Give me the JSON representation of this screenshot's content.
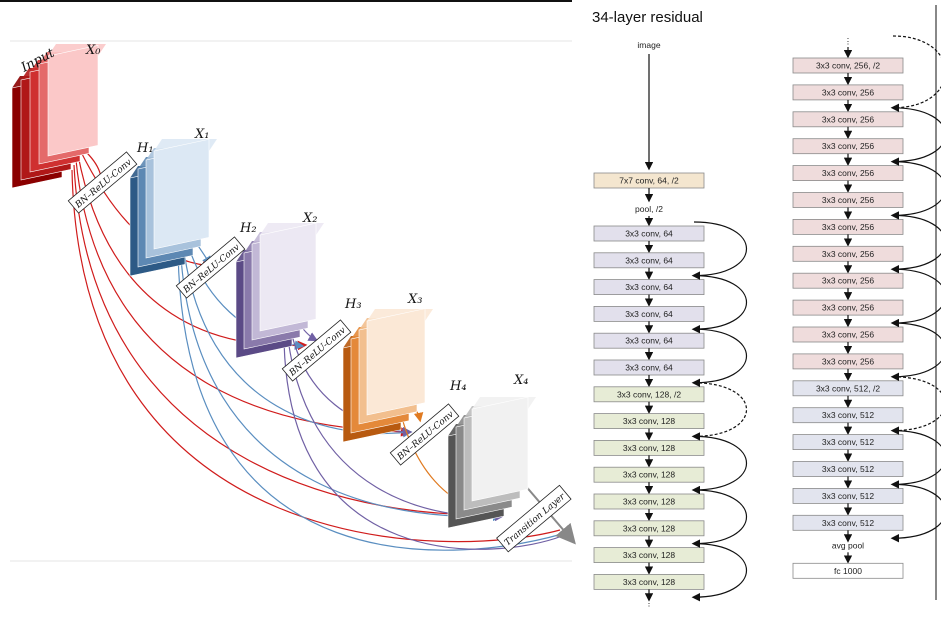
{
  "dense_block": {
    "input_label": "Input",
    "x_labels": [
      "X₀",
      "X₁",
      "X₂",
      "X₃",
      "X₄"
    ],
    "h_labels": [
      "H₁",
      "H₂",
      "H₃",
      "H₄"
    ],
    "composite_labels": [
      "BN–ReLU-Conv",
      "BN–ReLU-Conv",
      "BN–ReLU-Conv",
      "BN–ReLU-Conv"
    ],
    "transition_label": "Transition Layer",
    "colors": {
      "x0": [
        "#8b0000",
        "#b01818",
        "#cf3030",
        "#e46a6a",
        "#fbc8c8"
      ],
      "x1": [
        "#2d5a86",
        "#5d88b3",
        "#a8c2dc",
        "#dce8f4"
      ],
      "x2": [
        "#5b4a86",
        "#8a7aab",
        "#c2b8d6",
        "#ece8f3"
      ],
      "x3": [
        "#b85a10",
        "#e4893a",
        "#f2bf8e",
        "#fbe8d6"
      ],
      "x4": [
        "#555555",
        "#8a8a8a",
        "#bdbdbd",
        "#f1f1f1"
      ],
      "red_link": "#d01c1c",
      "blue_link": "#5a8ec0",
      "purple_link": "#7060a4",
      "orange_link": "#e07a20"
    }
  },
  "resnet": {
    "title": "34-layer residual",
    "image_label": "image",
    "left_column": [
      {
        "label": "7x7 conv, 64, /2",
        "kind": "stem"
      },
      {
        "label": "pool, /2",
        "kind": "text"
      },
      {
        "label": "3x3 conv, 64",
        "kind": "c64"
      },
      {
        "label": "3x3 conv, 64",
        "kind": "c64"
      },
      {
        "label": "3x3 conv, 64",
        "kind": "c64"
      },
      {
        "label": "3x3 conv, 64",
        "kind": "c64"
      },
      {
        "label": "3x3 conv, 64",
        "kind": "c64"
      },
      {
        "label": "3x3 conv, 64",
        "kind": "c64"
      },
      {
        "label": "3x3 conv, 128, /2",
        "kind": "c128"
      },
      {
        "label": "3x3 conv, 128",
        "kind": "c128"
      },
      {
        "label": "3x3 conv, 128",
        "kind": "c128"
      },
      {
        "label": "3x3 conv, 128",
        "kind": "c128"
      },
      {
        "label": "3x3 conv, 128",
        "kind": "c128"
      },
      {
        "label": "3x3 conv, 128",
        "kind": "c128"
      },
      {
        "label": "3x3 conv, 128",
        "kind": "c128"
      },
      {
        "label": "3x3 conv, 128",
        "kind": "c128"
      }
    ],
    "right_column": [
      {
        "label": "3x3 conv, 256, /2",
        "kind": "c256"
      },
      {
        "label": "3x3 conv, 256",
        "kind": "c256"
      },
      {
        "label": "3x3 conv, 256",
        "kind": "c256"
      },
      {
        "label": "3x3 conv, 256",
        "kind": "c256"
      },
      {
        "label": "3x3 conv, 256",
        "kind": "c256"
      },
      {
        "label": "3x3 conv, 256",
        "kind": "c256"
      },
      {
        "label": "3x3 conv, 256",
        "kind": "c256"
      },
      {
        "label": "3x3 conv, 256",
        "kind": "c256"
      },
      {
        "label": "3x3 conv, 256",
        "kind": "c256"
      },
      {
        "label": "3x3 conv, 256",
        "kind": "c256"
      },
      {
        "label": "3x3 conv, 256",
        "kind": "c256"
      },
      {
        "label": "3x3 conv, 256",
        "kind": "c256"
      },
      {
        "label": "3x3 conv, 512, /2",
        "kind": "c512"
      },
      {
        "label": "3x3 conv, 512",
        "kind": "c512"
      },
      {
        "label": "3x3 conv, 512",
        "kind": "c512"
      },
      {
        "label": "3x3 conv, 512",
        "kind": "c512"
      },
      {
        "label": "3x3 conv, 512",
        "kind": "c512"
      },
      {
        "label": "3x3 conv, 512",
        "kind": "c512"
      },
      {
        "label": "avg pool",
        "kind": "text"
      },
      {
        "label": "fc 1000",
        "kind": "fc"
      }
    ],
    "colors": {
      "stem": "#f4e6cf",
      "c64": "#e2e0ec",
      "c128": "#e7ecd6",
      "c256": "#efdcdc",
      "c512": "#e2e4ee",
      "fc": "#ffffff",
      "border": "#8a8a8a"
    }
  }
}
